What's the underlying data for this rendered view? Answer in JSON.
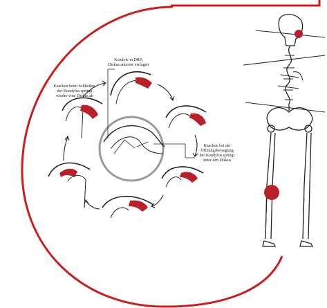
{
  "colors": {
    "frame": "#c81e1e",
    "tissue": "#b8202a",
    "line": "#222222",
    "background": "#ffffff"
  },
  "labels": {
    "closing_1": "Knacken beim Schließen,",
    "closing_2": "der Kondylus springt",
    "closing_3": "wieder vom Diskus ab",
    "drp_1": "Kondyle in DRP;",
    "drp_2": "Diskus anterior verlagert",
    "opening_1": "Knacken bei der",
    "opening_2": "Öffnungsbewegung",
    "opening_3": "der Kondylus springt",
    "opening_4": "unter den Diskus"
  },
  "icons": {
    "arrows": "curved-arrow-icon",
    "magnifier": "magnifier-circle-icon",
    "skeleton": "skeleton-figure-icon"
  }
}
